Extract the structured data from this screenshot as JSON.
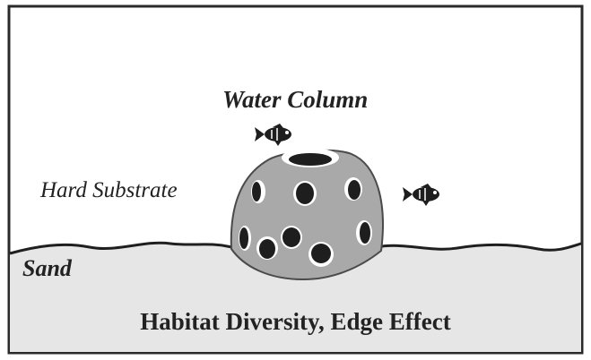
{
  "labels": {
    "water_column": "Water Column",
    "hard_substrate": "Hard Substrate",
    "sand": "Sand",
    "caption": "Habitat Diversity, Edge Effect"
  },
  "colors": {
    "border": "#2a2a2a",
    "water": "#ffffff",
    "sand": "#e6e6e6",
    "reef_body": "#a9a9a9",
    "reef_hole": "#1e1e1e",
    "text": "#222222"
  },
  "icons": {
    "reef": "reef-ball-icon",
    "fish": "fish-icon"
  }
}
